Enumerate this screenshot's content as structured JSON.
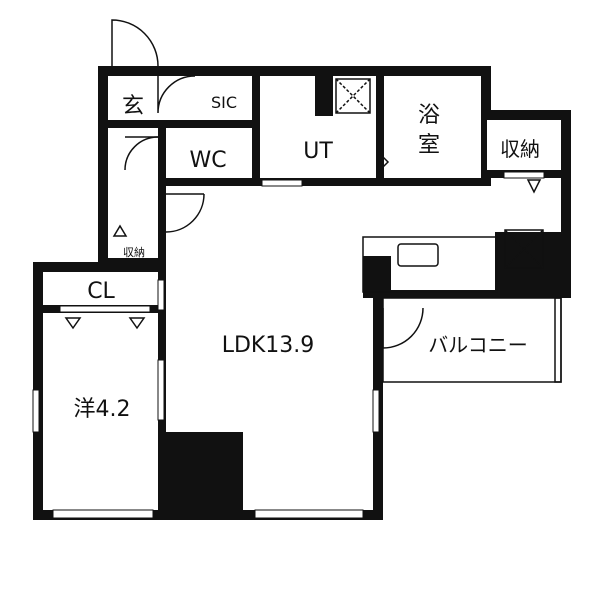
{
  "rooms": {
    "genkan": "玄",
    "sic": "SIC",
    "wc": "WC",
    "ut": "UT",
    "bath_line1": "浴",
    "bath_line2": "室",
    "storage_main": "収納",
    "storage_small": "収納",
    "cl": "CL",
    "ldk": "LDK13.9",
    "western_room": "洋4.2",
    "balcony": "バルコニー"
  },
  "colors": {
    "wall": "#111111",
    "background": "#ffffff"
  }
}
